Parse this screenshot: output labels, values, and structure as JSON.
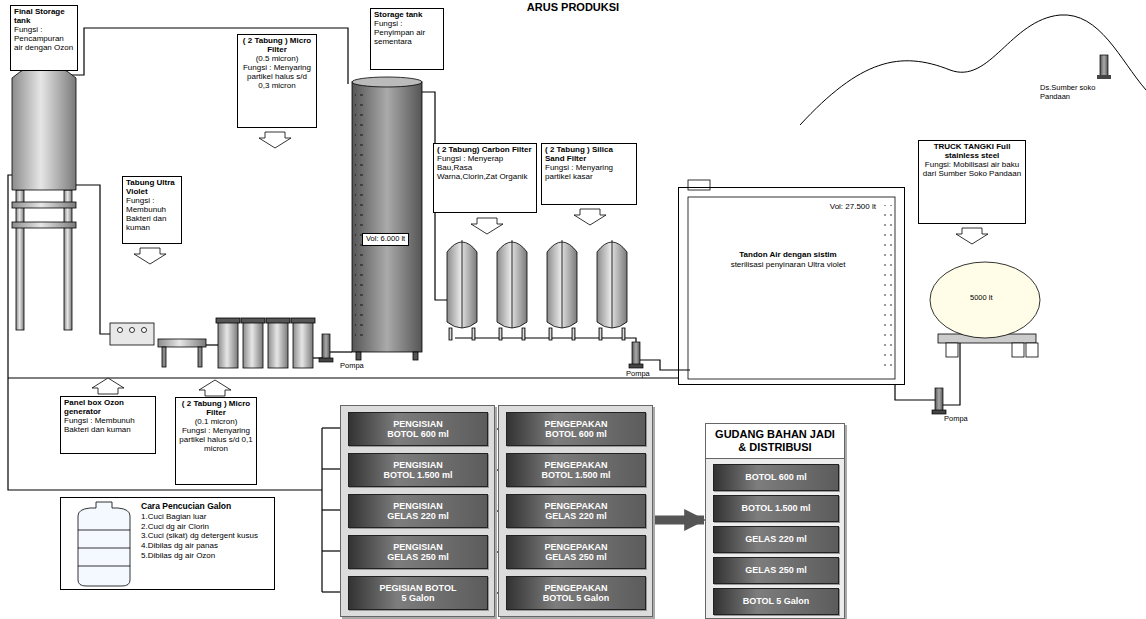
{
  "diagram": {
    "title": "ARUS PRODUKSI",
    "nodes": [
      {
        "text": [
          "Final Storage tank",
          "Fungsi : Pencampuran air dengan Ozon"
        ]
      },
      {
        "text": [
          "Storage tank",
          "Fungsi : Penyimpan air sementara"
        ]
      },
      {
        "text": [
          "Tabung Ultra Violet",
          "Fungsi : Membunuh Bakteri dan kuman"
        ]
      },
      {
        "text": [
          "( 2 Tabung ) Micro Filter",
          "(0.5 micron)",
          "Fungsi : Menyaring partikel halus s/d 0,3 micron"
        ]
      },
      {
        "text": [
          "( 2 Tabung) Carbon Filter",
          "Fungsi : Menyerap Bau,Rasa Warna,Clorin,Zat Organik"
        ]
      },
      {
        "text": [
          "( 2 Tabung ) Silica Sand Filter",
          "Fungsi : Menyaring partikel kasar"
        ]
      },
      {
        "text": [
          "TRUCK TANGKI Full stainless steel",
          "Fungsi: Mobilisasi air baku dari Sumber Soko Pandaan"
        ]
      },
      {
        "text": [
          "Vol: 27.500 lt",
          "Tandon Air dengan sistim sterilisasi penyinaran Ultra violet"
        ]
      },
      {
        "text": [
          "Panel box Ozon generator",
          "Fungsi : Membunuh Bakteri dan kuman"
        ]
      },
      {
        "text": [
          "( 2 Tabung ) Micro Filter",
          "(0.1 micron)",
          "Fungsi : Menyaring partikel halus s/d 0,1 micron"
        ]
      },
      {
        "text": [
          "Cara Pencucian Galon",
          "1.Cuci Bagian luar",
          "2.Cuci dg air Clorin",
          "3.Cuci (sikat) dg detergent kusus",
          "4.Dibilas dg air panas",
          "5.Dibilas dg air Ozon"
        ]
      },
      {
        "text": []
      },
      {
        "text": [
          "PENGISIAN BOTOL 600 ml"
        ],
        "in": 11
      },
      {
        "text": [
          "PENGISIAN BOTOL 1.500 ml"
        ],
        "in": 11
      },
      {
        "text": [
          "PENGISIAN GELAS 220 ml"
        ],
        "in": 11
      },
      {
        "text": [
          "PENGISIAN GELAS 250 ml"
        ],
        "in": 11
      },
      {
        "text": [
          "PEGISIAN BOTOL 5 Galon"
        ],
        "in": 11
      },
      {
        "text": []
      },
      {
        "text": [
          "PENGEPAKAN BOTOL 600 ml"
        ],
        "in": 17
      },
      {
        "text": [
          "PENGEPAKAN BOTOL 1.500 ml"
        ],
        "in": 17
      },
      {
        "text": [
          "PENGEPAKAN GELAS 220 ml"
        ],
        "in": 17
      },
      {
        "text": [
          "PENGEPAKAN GELAS 250 ml"
        ],
        "in": 17
      },
      {
        "text": [
          "PENGEPAKAN BOTOL 5 Galon"
        ],
        "in": 17
      },
      {
        "text": [
          "GUDANG BAHAN JADI & DISTRIBUSI"
        ]
      },
      {
        "text": [
          "BOTOL 600 ml"
        ],
        "in": 23
      },
      {
        "text": [
          "BOTOL 1.500 ml"
        ],
        "in": 23
      },
      {
        "text": [
          "GELAS 220 ml"
        ],
        "in": 23
      },
      {
        "text": [
          "GELAS 250 ml"
        ],
        "in": 23
      },
      {
        "text": [
          "BOTOL 5 Galon"
        ],
        "in": 23
      }
    ],
    "edges": [
      {
        "from": 12,
        "to": 18,
        "arrow": "to"
      },
      {
        "from": 13,
        "to": 19,
        "arrow": "to"
      },
      {
        "from": 14,
        "to": 20,
        "arrow": "to"
      },
      {
        "from": 15,
        "to": 21,
        "arrow": "to"
      },
      {
        "from": 16,
        "to": 22,
        "arrow": "to"
      },
      {
        "from": 17,
        "to": 23,
        "arrow": "to"
      }
    ],
    "labels": [
      "Pompa",
      "Pompa",
      "Pompa",
      "5000 lt",
      "Vol: 6.000 lt",
      "Ds.Sumber soko Pandaan"
    ]
  }
}
